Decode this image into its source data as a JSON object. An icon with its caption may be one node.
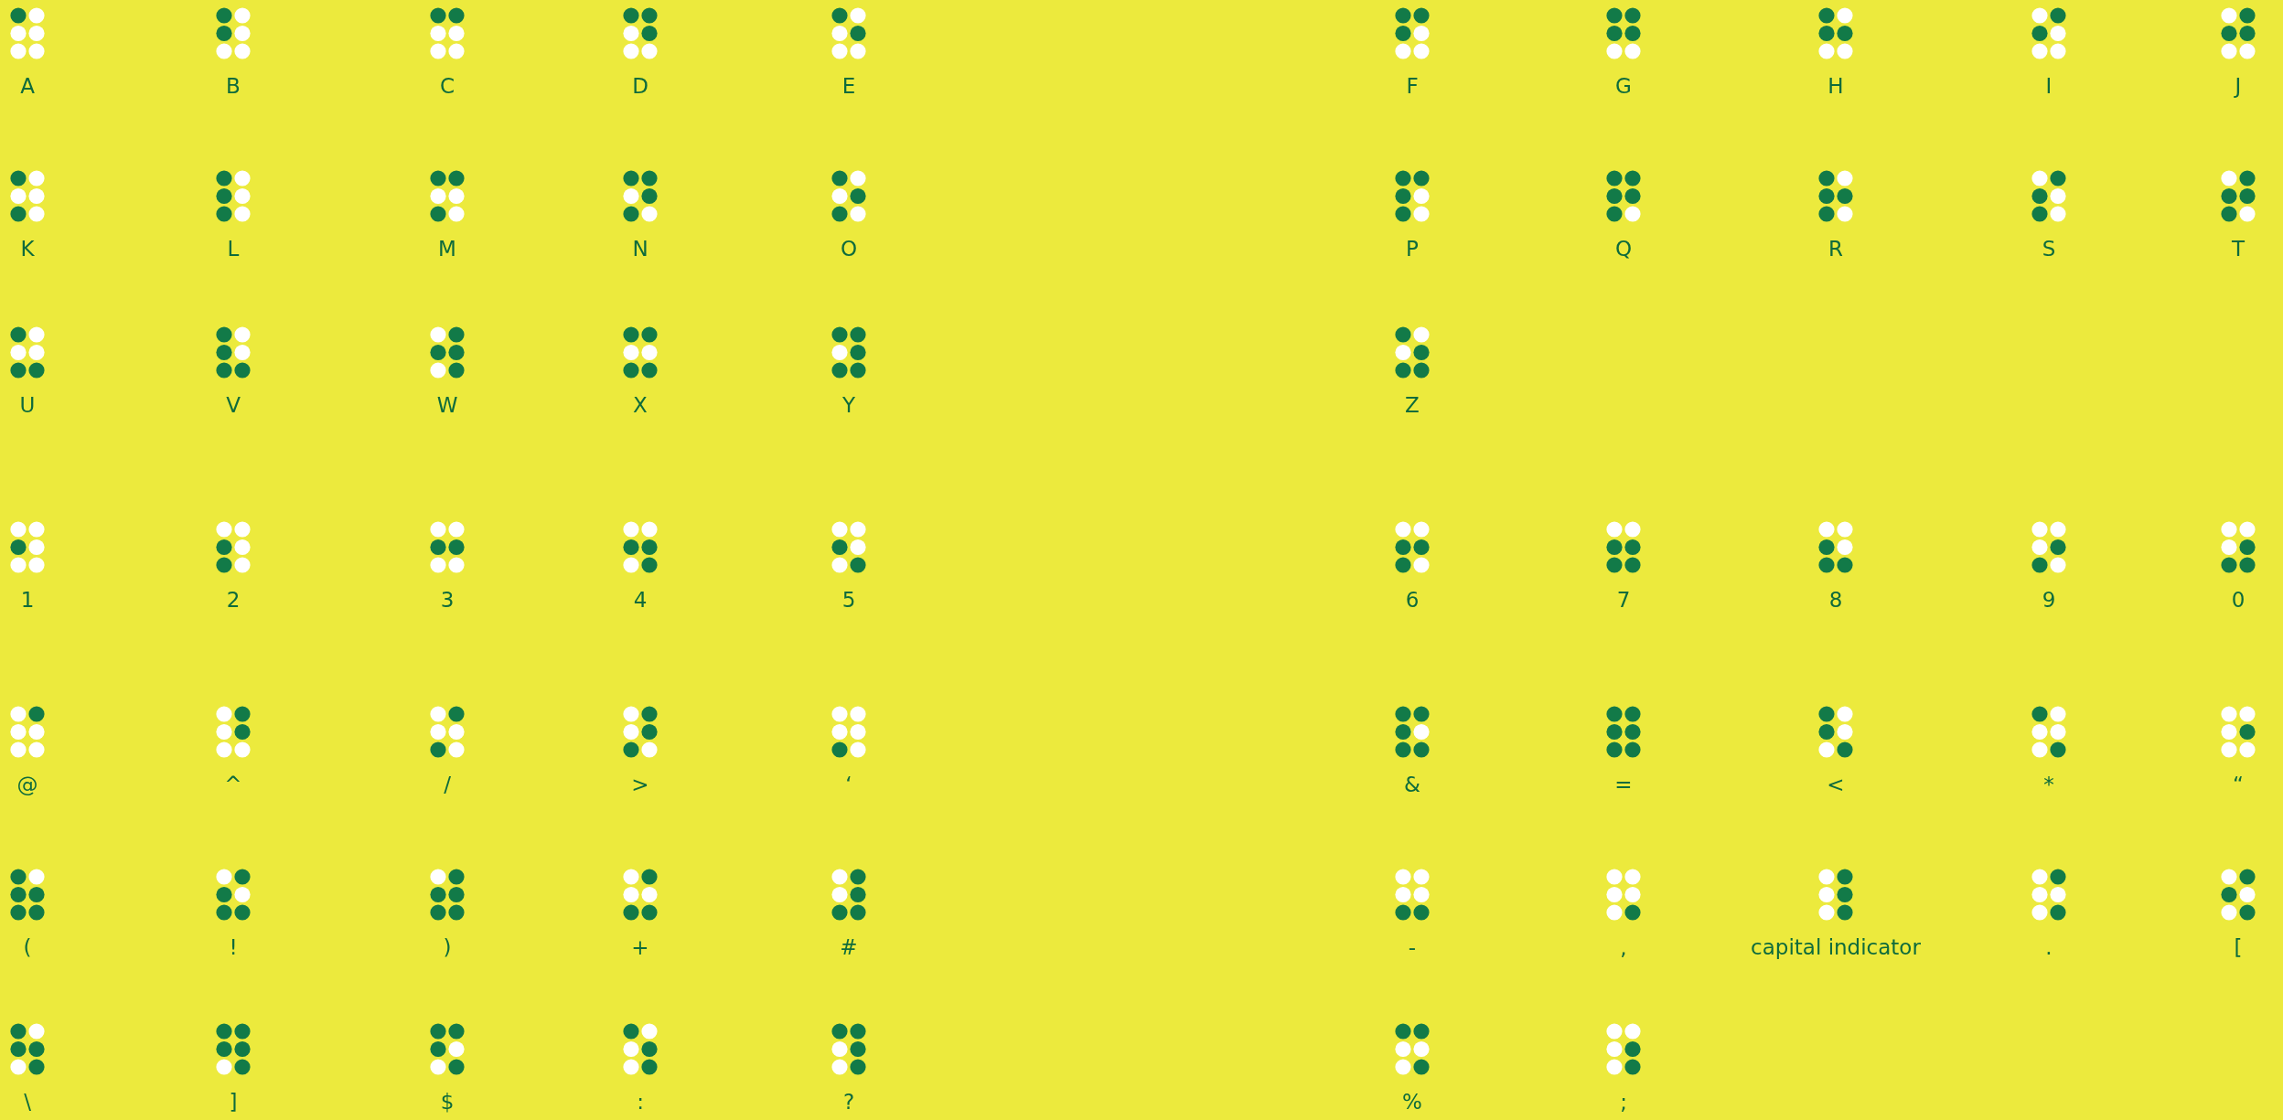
{
  "diagram": {
    "labels": [
      "A",
      "B",
      "C",
      "D",
      "E",
      "F",
      "G",
      "H",
      "I",
      "J",
      "K",
      "L",
      "M",
      "N",
      "O",
      "P",
      "Q",
      "R",
      "S",
      "T",
      "U",
      "V",
      "W",
      "X",
      "Y",
      "Z",
      "1",
      "2",
      "3",
      "4",
      "5",
      "6",
      "7",
      "8",
      "9",
      "0",
      "@",
      "^",
      "/",
      ">",
      "‘",
      "&",
      "=",
      "<",
      "*",
      "“",
      "(",
      "!",
      ")",
      "+",
      "#",
      "-",
      ",",
      "capital indicator",
      ".",
      "[",
      "\\",
      "]",
      "$",
      ":",
      "?",
      "%",
      ";"
    ]
  }
}
